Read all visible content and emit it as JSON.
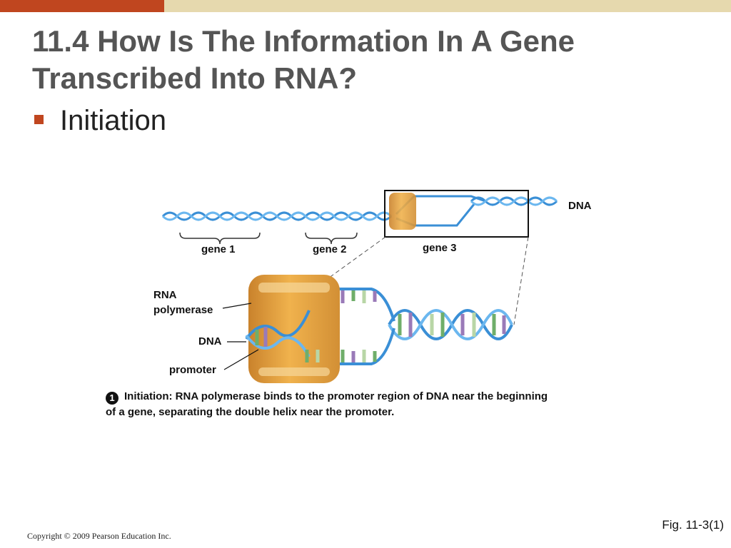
{
  "slide": {
    "title": "11.4 How Is The Information In A Gene Transcribed Into RNA?",
    "bullet": "Initiation",
    "fig_ref": "Fig. 11-3(1)",
    "copyright": "Copyright © 2009 Pearson Education Inc."
  },
  "diagram": {
    "label_dna_top": "DNA",
    "gene_labels": [
      "gene 1",
      "gene 2",
      "gene 3"
    ],
    "label_rna_polymerase_line1": "RNA",
    "label_rna_polymerase_line2": "polymerase",
    "label_dna": "DNA",
    "label_promoter": "promoter",
    "step_number": "1",
    "caption": "Initiation:  RNA polymerase binds to the promoter region of DNA near the beginning of a gene, separating the double helix near the promoter."
  },
  "colors": {
    "accent_bar": "#c0461f",
    "top_bar_light": "#e6d9ae",
    "title_text": "#555555",
    "helix_blue": "#3a8fd6",
    "polymerase_orange": "#e8a13c",
    "base_green": "#6fae6a",
    "base_purple": "#9a7ab8"
  }
}
